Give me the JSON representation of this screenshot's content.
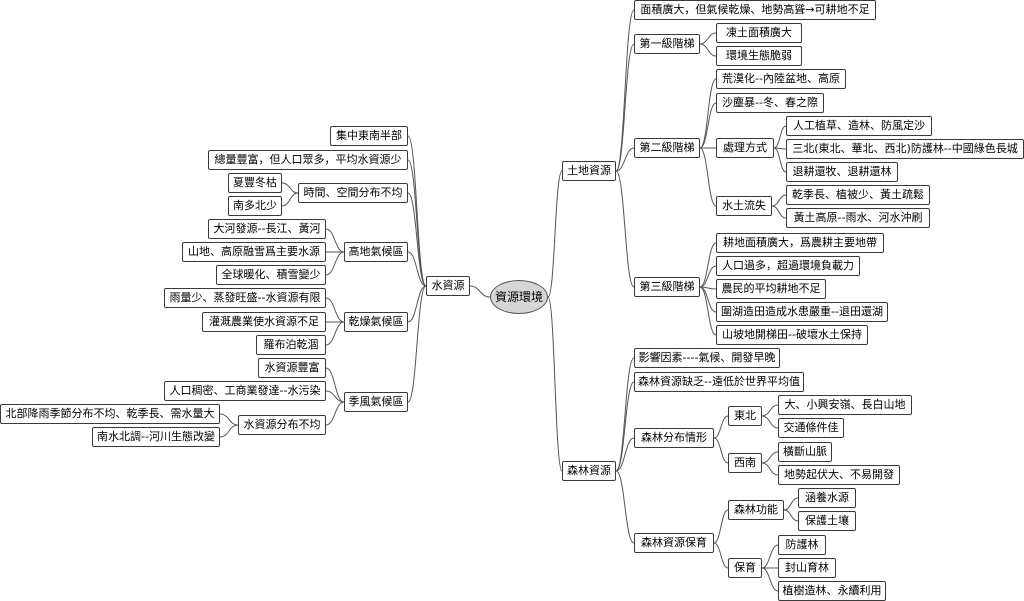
{
  "root": "資源環境",
  "water": {
    "label": "水資源",
    "dist": {
      "label": "集中東南半部"
    },
    "total": {
      "label": "總量豐富，但人口眾多，平均水資源少"
    },
    "time": {
      "label": "時間、空間分布不均",
      "a": "夏豐冬枯",
      "b": "南多北少"
    },
    "high": {
      "label": "高地氣候區",
      "a": "大河發源--長江、黃河",
      "b": "山地、高原融雪爲主要水源",
      "c": "全球暖化、積雪變少"
    },
    "dry": {
      "label": "乾燥氣候區",
      "a": "雨量少、蒸發旺盛--水資源有限",
      "b": "灌溉農業使水資源不足",
      "c": "羅布泊乾涸"
    },
    "monsoon": {
      "label": "季風氣候區",
      "a": "水資源豐富",
      "b": "人口稠密、工商業發達--水污染",
      "uneven": {
        "label": "水資源分布不均",
        "a": "北部降雨季節分布不均、乾季長、需水量大",
        "b": "南水北調--河川生態改變"
      }
    }
  },
  "land": {
    "label": "土地資源",
    "top": "面積廣大，但氣候乾燥、地勢高聳→可耕地不足",
    "step1": {
      "label": "第一級階梯",
      "a": "凍土面積廣大",
      "b": "環境生態脆弱"
    },
    "step2": {
      "label": "第二級階梯",
      "a": "荒漠化--內陸盆地、高原",
      "b": "沙塵暴--冬、春之際",
      "treat": {
        "label": "處理方式",
        "a": "人工植草、造林、防風定沙",
        "b": "三北(東北、華北、西北)防護林--中國綠色長城",
        "c": "退耕還牧、退耕還林"
      },
      "erosion": {
        "label": "水土流失",
        "a": "乾季長、植被少、黃土疏鬆",
        "b": "黃土高原--雨水、河水沖刷"
      }
    },
    "step3": {
      "label": "第三級階梯",
      "a": "耕地面積廣大，爲農耕主要地帶",
      "b": "人口過多，超過環境負載力",
      "c": "農民的平均耕地不足",
      "d": "圍湖造田造成水患嚴重--退田還湖",
      "e": "山坡地開梯田--破壞水土保持"
    }
  },
  "forest": {
    "label": "森林資源",
    "factor": "影響因素----氣候、開發早晚",
    "lack": "森林資源缺乏--遠低於世界平均值",
    "dist": {
      "label": "森林分布情形",
      "ne": {
        "label": "東北",
        "a": "大、小興安嶺、長白山地",
        "b": "交通條件佳"
      },
      "sw": {
        "label": "西南",
        "a": "橫斷山脈",
        "b": "地勢起伏大、不易開發"
      }
    },
    "protect": {
      "label": "森林資源保育",
      "func": {
        "label": "森林功能",
        "a": "涵養水源",
        "b": "保護土壤"
      },
      "cons": {
        "label": "保育",
        "a": "防護林",
        "b": "封山育林",
        "c": "植樹造林、永續利用"
      }
    }
  }
}
